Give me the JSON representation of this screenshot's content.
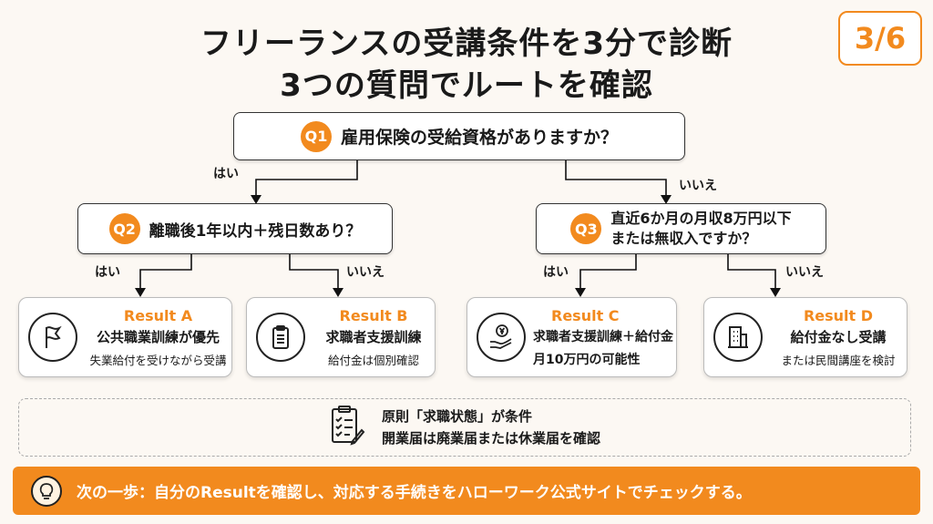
{
  "title": {
    "line1": "フリーランスの受講条件を3分で診断",
    "line2": "3つの質問でルートを確認"
  },
  "page_badge": "3/6",
  "questions": [
    {
      "num": "Q1",
      "text": "雇用保険の受給資格がありますか？"
    },
    {
      "num": "Q2",
      "text": "離職後1年以内＋残日数あり？"
    },
    {
      "num": "Q3",
      "text_line1": "直近6か月の月収8万円以下",
      "text_line2": "または無収入ですか？"
    }
  ],
  "branch_labels": {
    "yes": "はい",
    "no": "いいえ"
  },
  "results": [
    {
      "title": "Result A",
      "main": "公共職業訓練が優先",
      "sub": "失業給付を受けながら受講",
      "icon": "flag-icon"
    },
    {
      "title": "Result B",
      "main": "求職者支援訓練",
      "sub": "給付金は個別確認",
      "icon": "clipboard-icon"
    },
    {
      "title": "Result C",
      "main": "求職者支援訓練＋給付金",
      "sub": "月10万円の可能性",
      "icon": "yen-hand-icon"
    },
    {
      "title": "Result  D",
      "main": "給付金なし受講",
      "sub": "または民間講座を検討",
      "icon": "building-icon"
    }
  ],
  "note": {
    "line1": "原則「求職状態」が条件",
    "line2": "開業届は廃業届または休業届を確認"
  },
  "next_step": "次の一歩：自分のResultを確認し、対応する手続きをハローワーク公式サイトでチェックする。",
  "colors": {
    "accent": "#f28a1e",
    "background": "#fcf8f3"
  }
}
